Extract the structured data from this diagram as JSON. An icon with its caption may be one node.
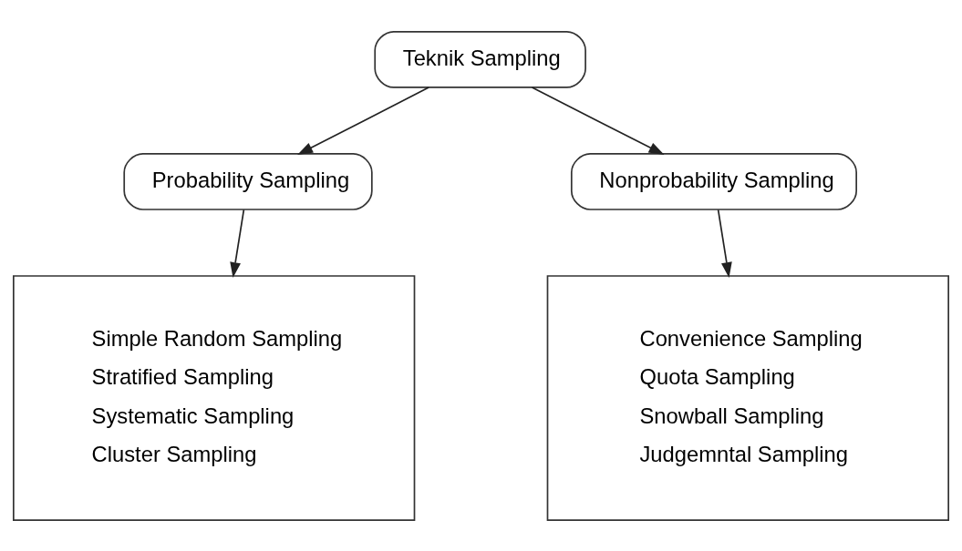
{
  "diagram": {
    "nodes": [
      {
        "text": [
          "Teknik Sampling"
        ]
      },
      {
        "text": [
          "Probability Sampling"
        ]
      },
      {
        "text": [
          "Nonprobability Sampling"
        ]
      },
      {
        "text": [
          "Simple Random Sampling",
          "Stratified Sampling",
          "Systematic Sampling",
          "Cluster Sampling"
        ]
      },
      {
        "text": [
          "Convenience Sampling",
          "Quota Sampling",
          "Snowball Sampling",
          "Judgemntal Sampling"
        ]
      }
    ],
    "edges": [
      {
        "from": 0,
        "to": 1,
        "arrow": "to"
      },
      {
        "from": 0,
        "to": 2,
        "arrow": "to"
      },
      {
        "from": 1,
        "to": 3,
        "arrow": "to"
      },
      {
        "from": 2,
        "to": 4,
        "arrow": "to"
      }
    ]
  }
}
